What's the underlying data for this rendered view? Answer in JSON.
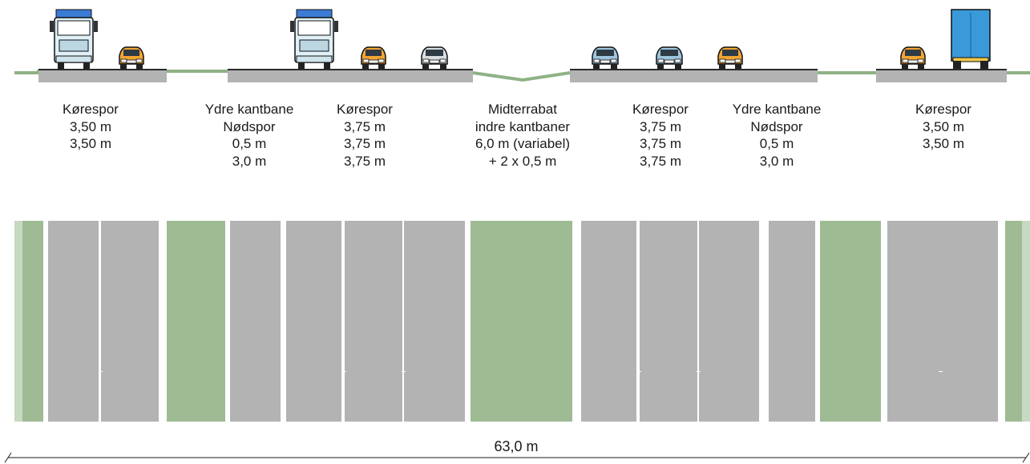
{
  "colors": {
    "asphalt": "#b3b3b3",
    "verge": "#9ebb94",
    "verge_line": "#8fb285",
    "marking": "#ffffff",
    "text": "#1a1a1a",
    "truck_cab": "#dff0f7",
    "truck_box": "#3a9ad9",
    "car_orange": "#f2a533",
    "car_grey": "#d9dde0",
    "car_blue": "#9dc6e0"
  },
  "labels": [
    {
      "lines": [
        "Kørespor",
        "3,50 m",
        "3,50 m"
      ]
    },
    {
      "lines": [
        "Ydre kantbane",
        "Nødspor",
        "0,5 m",
        "3,0 m"
      ]
    },
    {
      "lines": [
        "Kørespor",
        "3,75 m",
        "3,75 m",
        "3,75 m"
      ]
    },
    {
      "lines": [
        "Midterrabat",
        "indre kantbaner",
        "6,0 m (variabel)",
        "+ 2 x 0,5 m"
      ]
    },
    {
      "lines": [
        "Kørespor",
        "3,75 m",
        "3,75 m",
        "3,75 m"
      ]
    },
    {
      "lines": [
        "Ydre kantbane",
        "Nødspor",
        "0,5 m",
        "3,0 m"
      ]
    },
    {
      "lines": [
        "Kørespor",
        "3,50 m",
        "3,50 m"
      ]
    }
  ],
  "plan_strips": [
    "verge",
    "lane",
    "lane",
    "verge",
    "lane",
    "lane",
    "lane",
    "lane",
    "median",
    "lane",
    "lane",
    "lane",
    "lane",
    "verge",
    "lane",
    "lane",
    "verge"
  ],
  "vehicles": [
    {
      "kind": "truck-front",
      "color": "truck_cab"
    },
    {
      "kind": "car-front",
      "color": "car_orange"
    },
    {
      "kind": "truck-front",
      "color": "truck_cab"
    },
    {
      "kind": "car-front",
      "color": "car_orange"
    },
    {
      "kind": "car-rear",
      "color": "car_grey"
    },
    {
      "kind": "car-rear",
      "color": "car_blue"
    },
    {
      "kind": "car-rear",
      "color": "car_blue"
    },
    {
      "kind": "car-rear",
      "color": "car_orange"
    },
    {
      "kind": "car-rear",
      "color": "car_orange"
    },
    {
      "kind": "truck-rear",
      "color": "truck_box"
    }
  ],
  "dimension": {
    "total_label": "63,0 m"
  }
}
